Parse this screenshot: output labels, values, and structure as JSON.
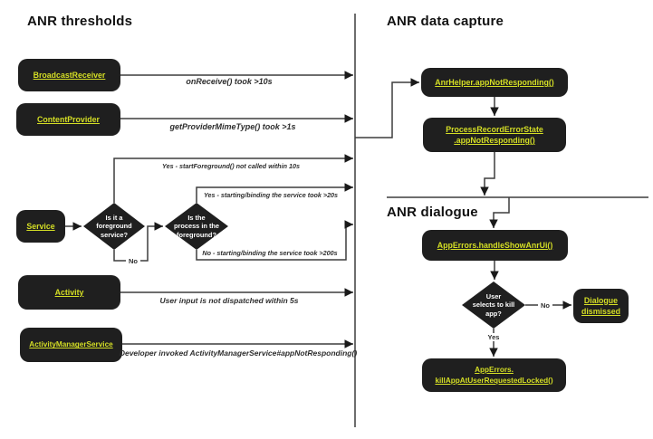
{
  "titles": {
    "thresholds": "ANR thresholds",
    "data_capture": "ANR data capture",
    "dialogue": "ANR dialogue"
  },
  "colors": {
    "node_bg": "#1f1f1f",
    "link_text": "#d5df25",
    "line": "#3d3d3d",
    "diamond_text": "#ffffff"
  },
  "nodes": {
    "broadcast_receiver": "BroadcastReceiver",
    "content_provider": "ContentProvider",
    "service": "Service",
    "activity": "Activity",
    "activity_manager_service": "ActivityManagerService",
    "anr_helper": "AnrHelper.appNotResponding()",
    "process_record": [
      "ProcessRecordErrorState",
      ".appNotResponding()"
    ],
    "handle_show_anr_ui": "AppErrors.handleShowAnrUi()",
    "dialogue_dismissed": [
      "Dialogue",
      "dismissed"
    ],
    "kill_app": [
      "AppErrors.",
      "killAppAtUserRequestedLocked()"
    ]
  },
  "decisions": {
    "foreground_service": [
      "Is it a",
      "foreground",
      "service?"
    ],
    "process_foreground": [
      "Is the",
      "process in the",
      "foreground?"
    ],
    "user_kill": [
      "User",
      "selects to kill",
      "app?"
    ]
  },
  "edge_labels": {
    "on_receive": "onReceive() took >10s",
    "get_provider": "getProviderMimeType() took >1s",
    "start_foreground": "Yes - startForeground() not called within 10s",
    "binding_20s": "Yes - starting/binding the service took >20s",
    "binding_200s": "No - starting/binding the service took >200s",
    "user_input": "User input is not dispatched within 5s",
    "developer_invoked": "Developer invoked ActivityManagerService#appNotResponding()",
    "no_service": "No",
    "yes_kill": "Yes",
    "no_kill": "No"
  }
}
